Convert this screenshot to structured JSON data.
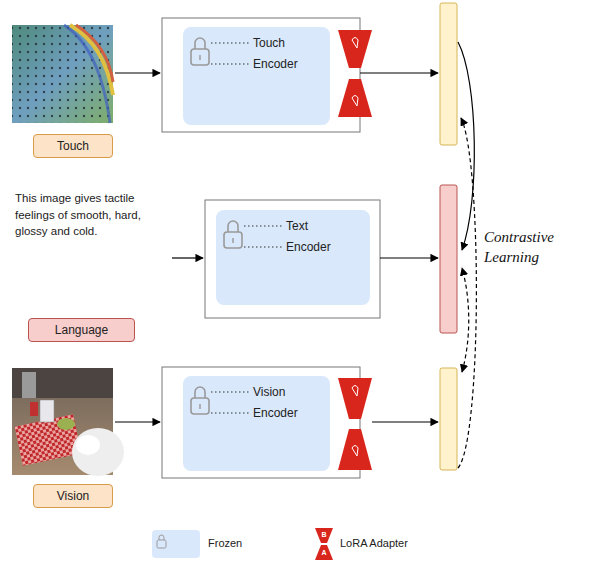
{
  "diagram": {
    "nodes": [
      {
        "text": [
          "Touch",
          "Encoder"
        ]
      },
      {
        "text": [
          "Touch"
        ]
      },
      {
        "text": [
          "Text",
          "Encoder"
        ]
      },
      {
        "text": [
          "Language"
        ]
      },
      {
        "text": [
          "Vision",
          "Encoder"
        ]
      },
      {
        "text": [
          "Vision"
        ]
      }
    ],
    "labels": [
      "This image gives tactile feelings of smooth, hard, glossy and cold.",
      "Contrastive Learning",
      "B",
      "A"
    ],
    "legend": [
      {
        "text": "Frozen",
        "color": "#dae8fc"
      },
      {
        "text": "LoRA Adapter"
      }
    ]
  }
}
